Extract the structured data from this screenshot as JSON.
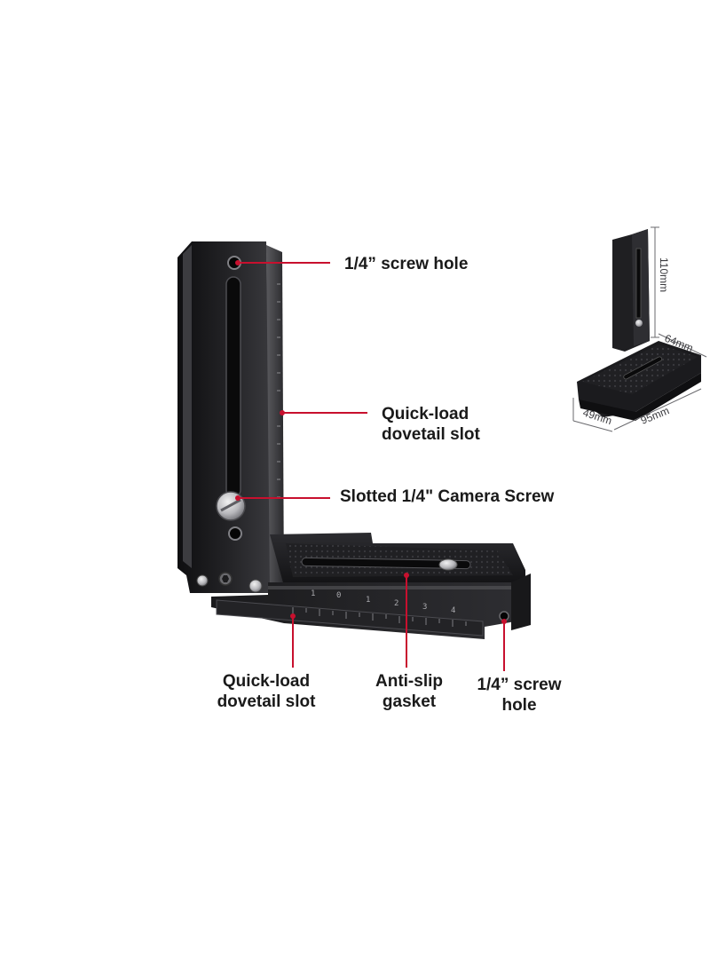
{
  "callouts": {
    "top_screw_hole": "1/4” screw hole",
    "side_dovetail_line1": "Quick-load",
    "side_dovetail_line2": "dovetail slot",
    "camera_screw": "Slotted 1/4\" Camera Screw",
    "bottom_dovetail_line1": "Quick-load",
    "bottom_dovetail_line2": "dovetail slot",
    "gasket_line1": "Anti-slip",
    "gasket_line2": "gasket",
    "bottom_screw_hole_line1": "1/4” screw",
    "bottom_screw_hole_line2": "hole"
  },
  "scale_marks": [
    "1",
    "0",
    "1",
    "2",
    "3",
    "4"
  ],
  "dimensions": {
    "height": "110mm",
    "depth": "64mm",
    "base_depth": "49mm",
    "width": "95mm"
  },
  "colors": {
    "callout_line": "#c8102e",
    "metal_dark": "#1c1c1e",
    "metal_edge": "#4a4a4e",
    "label_text": "#1a1a1a"
  }
}
